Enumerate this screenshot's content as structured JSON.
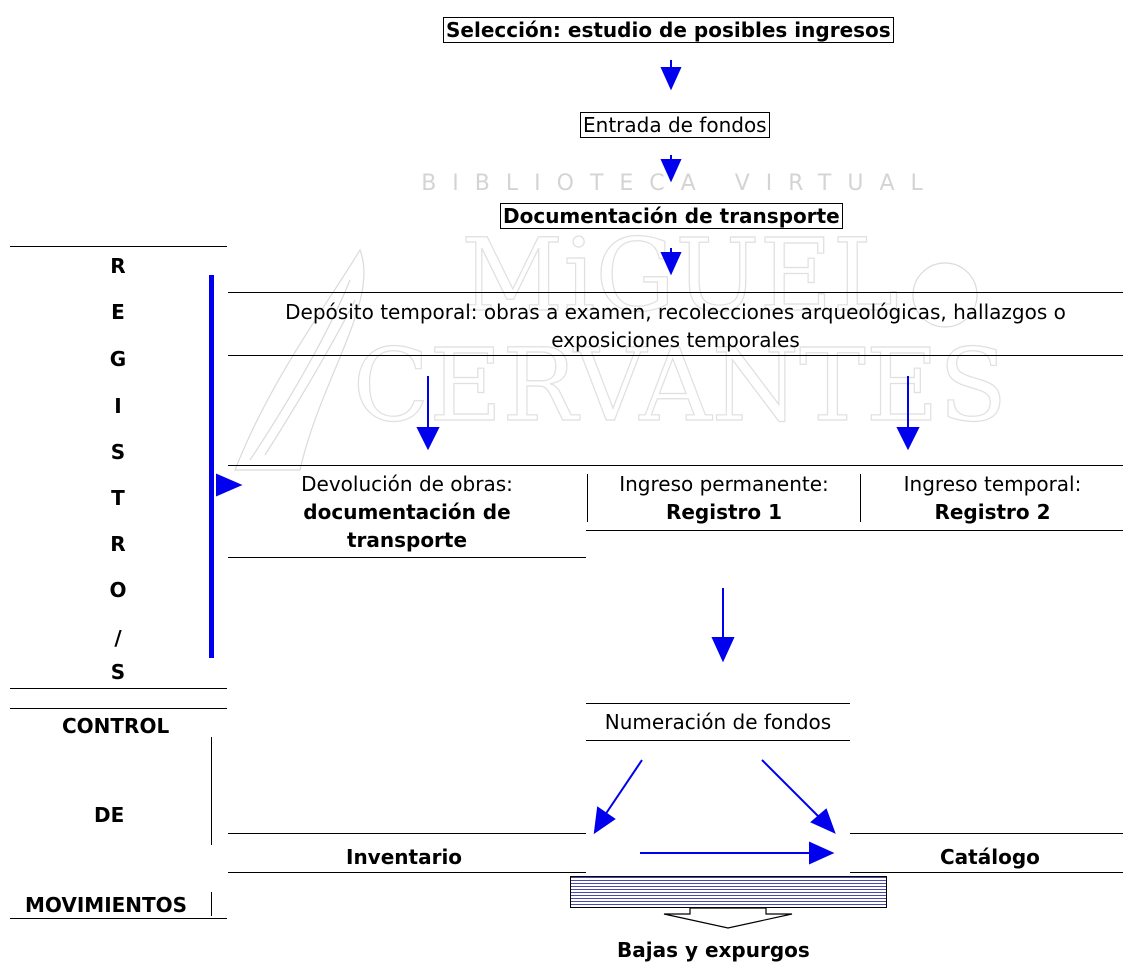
{
  "watermark": {
    "line1": "BIBLIOTECA VIRTUAL",
    "line2": "MIGUEL DE CERVANTES"
  },
  "flow": {
    "seleccion": "Selección: estudio de posibles ingresos",
    "entrada": "Entrada de fondos",
    "documentacion": "Documentación de transporte",
    "deposito_line1": "Depósito temporal: obras a examen, recolecciones arqueológicas, hallazgos o",
    "deposito_line2": "exposiciones temporales",
    "devolucion_line1": "Devolución  de obras:",
    "devolucion_line2": "documentación de",
    "devolucion_line3": "transporte",
    "ingreso_permanente_label": "Ingreso permanente:",
    "ingreso_permanente_registro": "Registro 1",
    "ingreso_temporal_label": "Ingreso temporal:",
    "ingreso_temporal_registro": "Registro 2",
    "numeracion": "Numeración de fondos",
    "inventario": "Inventario",
    "catalogo": "Catálogo",
    "bajas": "Bajas y expurgos"
  },
  "sidebar": {
    "registros_letters": [
      "R",
      "E",
      "G",
      "I",
      "S",
      "T",
      "R",
      "O",
      "/",
      "S"
    ],
    "control": "CONTROL",
    "de": "DE",
    "movimientos": "MOVIMIENTOS"
  },
  "colors": {
    "arrow": "#0000ee",
    "line": "#000000",
    "watermark": "#c8c8c8"
  }
}
